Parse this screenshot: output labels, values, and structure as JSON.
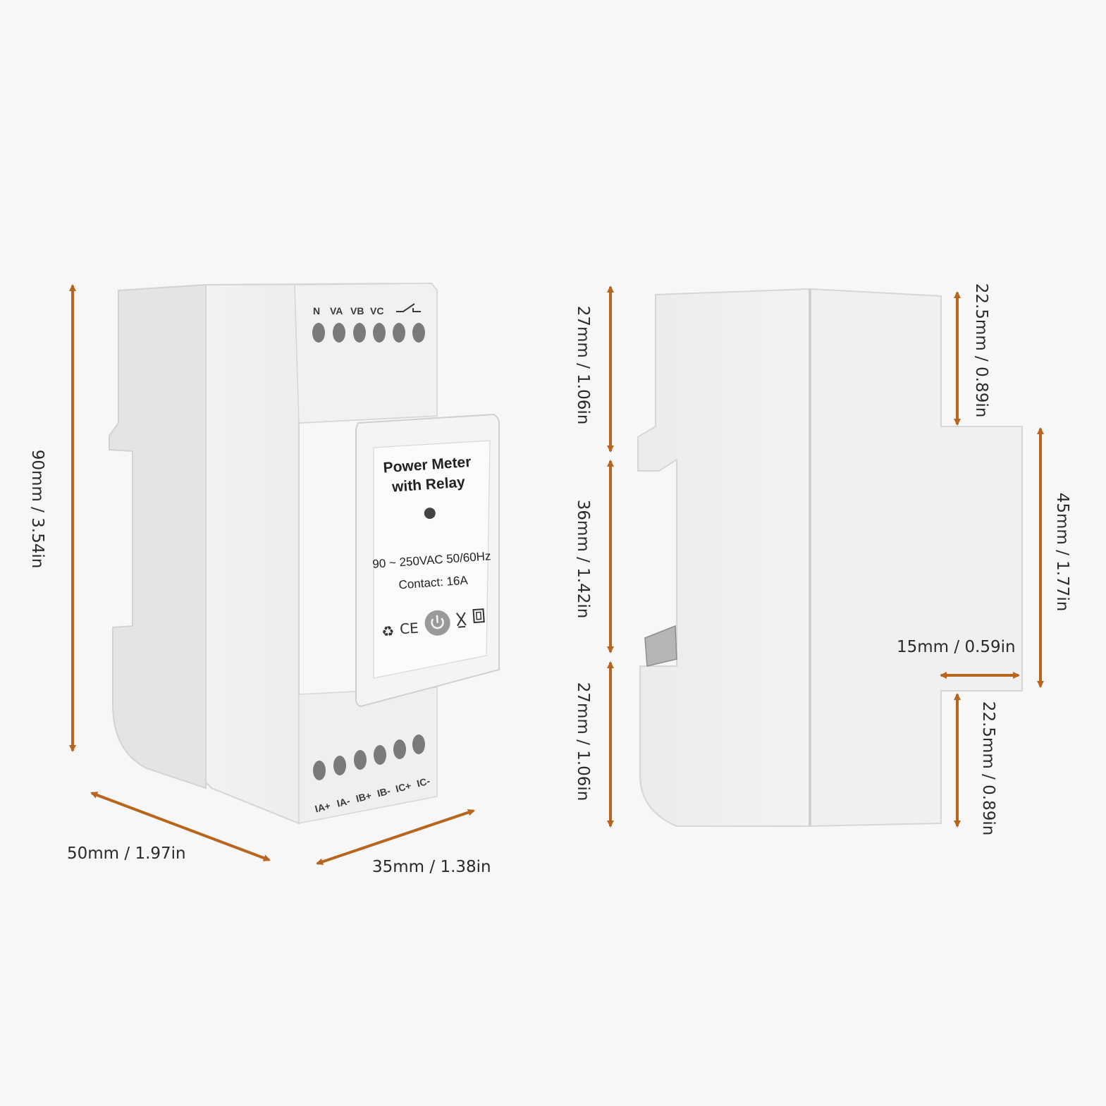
{
  "device": {
    "label_title_line1": "Power Meter",
    "label_title_line2": "with Relay",
    "label_voltage": "90 ~ 250VAC 50/60Hz",
    "label_contact": "Contact: 16A",
    "mark_ce": "CE",
    "top_terminals": [
      "N",
      "VA",
      "VB",
      "VC"
    ],
    "bottom_terminals": [
      "IA+",
      "IA-",
      "IB+",
      "IB-",
      "IC+",
      "IC-"
    ]
  },
  "dimensions": {
    "front_height": "90mm / 3.54in",
    "front_width": "50mm / 1.97in",
    "front_depth": "35mm / 1.38in",
    "side_top": "27mm / 1.06in",
    "side_middle": "36mm / 1.42in",
    "side_bottom": "27mm / 1.06in",
    "right_top": "22.5mm / 0.89in",
    "right_middle": "45mm / 1.77in",
    "right_step": "15mm / 0.59in",
    "right_bottom": "22.5mm / 0.89in"
  },
  "colors": {
    "arrow": "#b8651e",
    "housing": "#ececec",
    "housing_shade": "#dedede",
    "label_bg": "#f8f8f8"
  }
}
